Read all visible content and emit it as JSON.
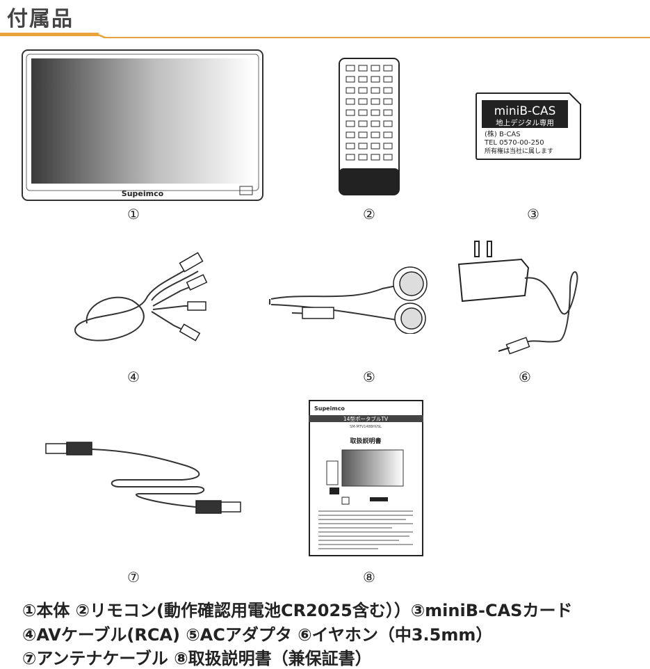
{
  "header": {
    "title": "付属品"
  },
  "tv": {
    "brand": "Supeimco"
  },
  "bcas": {
    "line1": "miniB-CAS",
    "line2": "地上デジタル専用",
    "line3": "(株) B-CAS",
    "line4": "TEL 0570-00-250",
    "line5": "所有権は当社に属します"
  },
  "manual": {
    "brand": "Supeimco",
    "band": "14型ポータブルTV",
    "model": "SM-MTV1488HI/SL",
    "heading": "取扱説明書"
  },
  "numbers": [
    "①",
    "②",
    "③",
    "④",
    "⑤",
    "⑥",
    "⑦",
    "⑧"
  ],
  "captions": [
    "①本体 ②リモコン(動作確認用電池CR2025含む））③miniB-CASカード",
    "④AVケーブル(RCA) ⑤ACアダプタ ⑥イヤホン（中3.5mm）",
    "⑦アンテナケーブル ⑧取扱説明書（兼保証書）"
  ],
  "colors": {
    "accent": "#e8a33a",
    "text": "#222222"
  }
}
